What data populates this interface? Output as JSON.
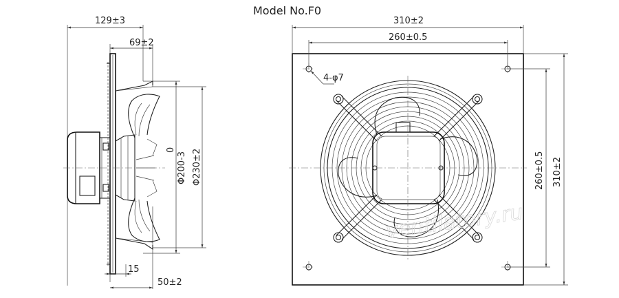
{
  "title": "Model No.F0",
  "side_view": {
    "dims": {
      "overall_depth": "129±3",
      "guard_depth": "69±2",
      "inlet_diameter": "0",
      "inlet_diameter_2": "Φ200-3",
      "blade_diameter": "Φ230±2",
      "plate_offset": "15",
      "rear_depth": "50±2"
    }
  },
  "front_view": {
    "dims": {
      "plate_width": "310±2",
      "hole_spacing_h": "260±0.5",
      "hole_spacing_v": "260±0.5",
      "plate_height": "310±2",
      "mount_holes": "4-φ7"
    }
  },
  "watermark": "ventilatory.ru"
}
